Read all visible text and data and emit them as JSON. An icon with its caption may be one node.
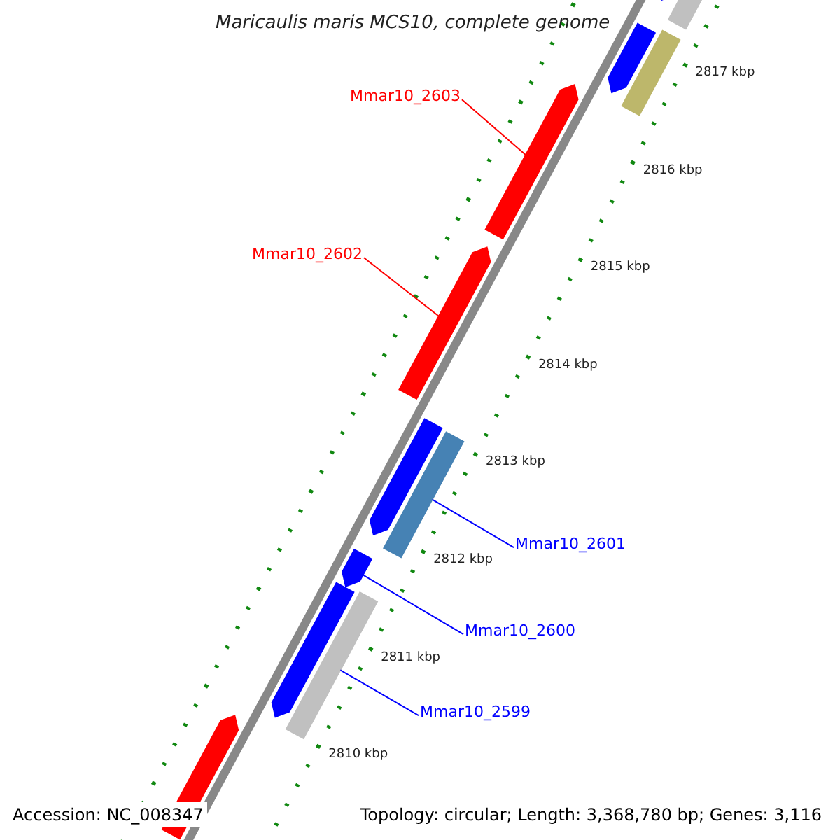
{
  "diagram": {
    "title": "Maricaulis maris MCS10, complete genome",
    "nodes": [
      {
        "text": [
          "Mmar10_2603"
        ]
      },
      {
        "text": [
          "Mmar10_2602"
        ]
      },
      {
        "text": [
          "Mmar10_2601"
        ]
      },
      {
        "text": [
          "Mmar10_2600"
        ]
      },
      {
        "text": [
          "Mmar10_2599"
        ]
      },
      {
        "text": [],
        "shape": "bar"
      },
      {
        "text": [],
        "shape": "bar"
      },
      {
        "text": [],
        "shape": "bar"
      },
      {
        "text": [],
        "shape": "bar"
      },
      {
        "text": [],
        "shape": "bar"
      },
      {
        "text": [],
        "shape": "bar"
      },
      {
        "text": [],
        "shape": "bar"
      },
      {
        "text": [],
        "shape": "bar"
      },
      {
        "text": [],
        "shape": "bar"
      },
      {
        "text": [],
        "shape": "bar"
      },
      {
        "text": [],
        "shape": "bar"
      },
      {
        "text": [],
        "shape": "bar"
      }
    ],
    "edges": [
      {
        "from": 0,
        "to": 9,
        "arrow": "none",
        "color": "#ff0000"
      },
      {
        "from": 1,
        "to": 10,
        "arrow": "none",
        "color": "#ff0000"
      },
      {
        "from": 2,
        "to": 12,
        "arrow": "none"
      },
      {
        "from": 3,
        "to": 13,
        "arrow": "none"
      },
      {
        "from": 4,
        "to": 15,
        "arrow": "none"
      }
    ],
    "labels": [
      "2817 kbp",
      "2816 kbp",
      "2815 kbp",
      "2814 kbp",
      "2813 kbp",
      "2812 kbp",
      "2811 kbp",
      "2810 kbp",
      "Accession: NC_008347",
      "Topology: circular; Length: 3,368,780 bp; Genes: 3,116"
    ]
  }
}
